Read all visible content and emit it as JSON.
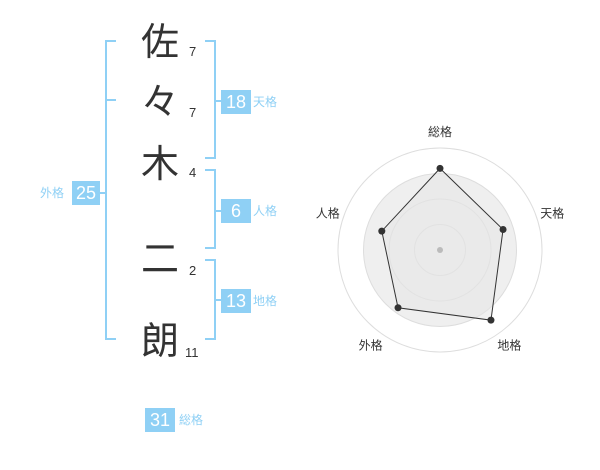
{
  "name": {
    "chars": [
      {
        "char": "佐",
        "strokes": "7"
      },
      {
        "char": "々",
        "strokes": "7"
      },
      {
        "char": "木",
        "strokes": "4"
      },
      {
        "char": "二",
        "strokes": "2"
      },
      {
        "char": "朗",
        "strokes": "11"
      }
    ]
  },
  "fortunes": {
    "tenkaku": {
      "value": "18",
      "label": "天格"
    },
    "jinkaku": {
      "value": "6",
      "label": "人格"
    },
    "chikaku": {
      "value": "13",
      "label": "地格"
    },
    "gaikaku": {
      "value": "25",
      "label": "外格"
    },
    "soukaku": {
      "value": "31",
      "label": "総格"
    }
  },
  "colors": {
    "accent": "#8fd0f5",
    "text": "#333333",
    "radar_fill": "#efefef",
    "radar_ring": "#dddddd"
  },
  "chart_data": {
    "type": "radar",
    "axes": [
      "総格",
      "天格",
      "地格",
      "外格",
      "人格"
    ],
    "values": [
      0.8,
      0.65,
      0.85,
      0.7,
      0.6
    ],
    "max": 1,
    "rings": 4
  }
}
